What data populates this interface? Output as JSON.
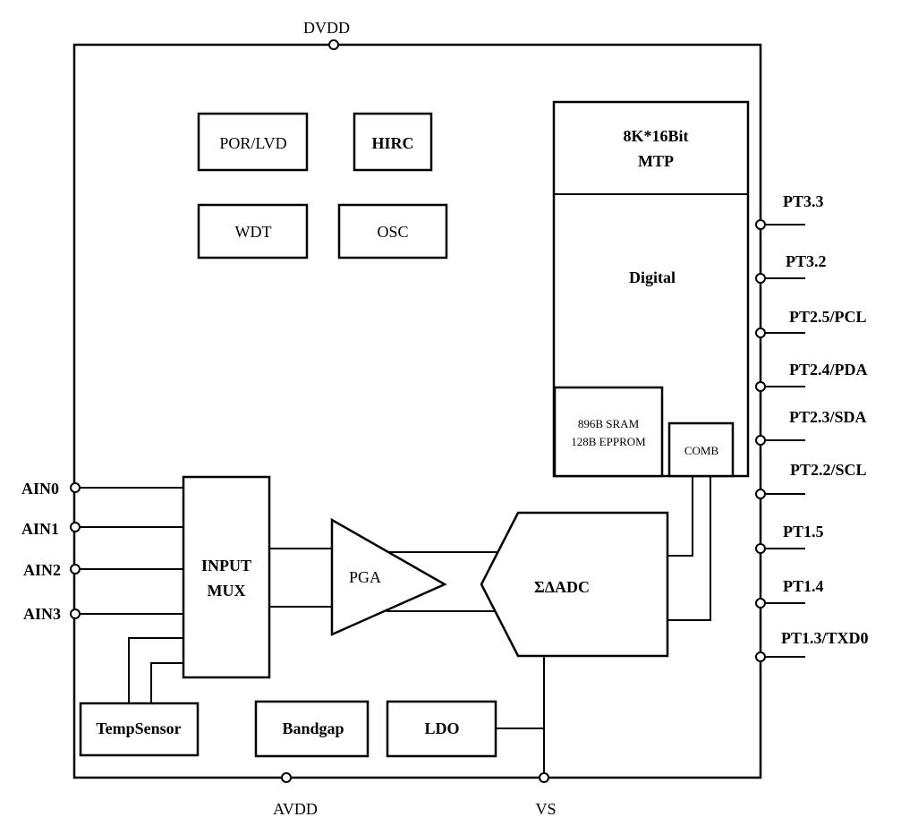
{
  "diagram": {
    "power_pins": {
      "top": "DVDD",
      "bottom_left": "AVDD",
      "bottom_right": "VS"
    },
    "blocks": {
      "por_lvd": "POR/LVD",
      "hirc": "HIRC",
      "wdt": "WDT",
      "osc": "OSC",
      "mtp_line1": "8K*16Bit",
      "mtp_line2": "MTP",
      "digital": "Digital",
      "sram_line1": "896B SRAM",
      "sram_line2": "128B EPPROM",
      "comb": "COMB",
      "input_mux_line1": "INPUT",
      "input_mux_line2": "MUX",
      "pga": "PGA",
      "adc": "ΣΔADC",
      "temp_sensor": "TempSensor",
      "bandgap": "Bandgap",
      "ldo": "LDO"
    },
    "analog_inputs": [
      "AIN0",
      "AIN1",
      "AIN2",
      "AIN3"
    ],
    "io_pins": [
      "PT3.3",
      "PT3.2",
      "PT2.5/PCL",
      "PT2.4/PDA",
      "PT2.3/SDA",
      "PT2.2/SCL",
      "PT1.5",
      "PT1.4",
      "PT1.3/TXD0"
    ]
  }
}
